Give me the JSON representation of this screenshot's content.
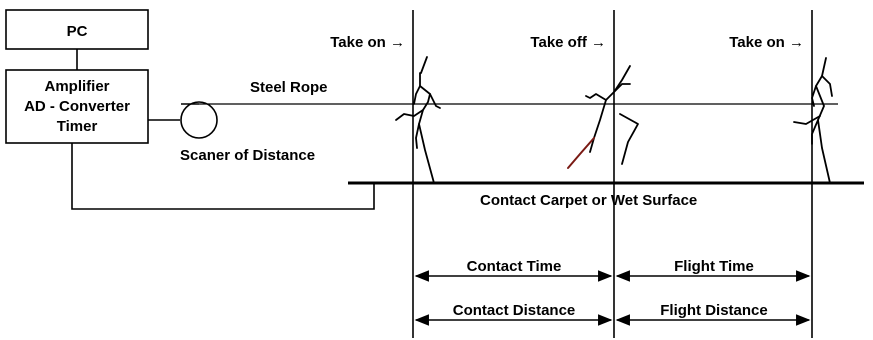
{
  "boxes": {
    "pc": "PC",
    "amplifier_line1": "Amplifier",
    "amplifier_line2": "AD - Converter",
    "amplifier_line3": "Timer"
  },
  "labels": {
    "steel_rope": "Steel Rope",
    "scanner": "Scaner of Distance",
    "surface": "Contact Carpet or Wet Surface",
    "take_on_1": "Take on →",
    "take_off": "Take off →",
    "take_on_2": "Take on →"
  },
  "measures": {
    "contact_time": "Contact Time",
    "flight_time": "Flight Time",
    "contact_distance": "Contact Distance",
    "flight_distance": "Flight Distance"
  }
}
